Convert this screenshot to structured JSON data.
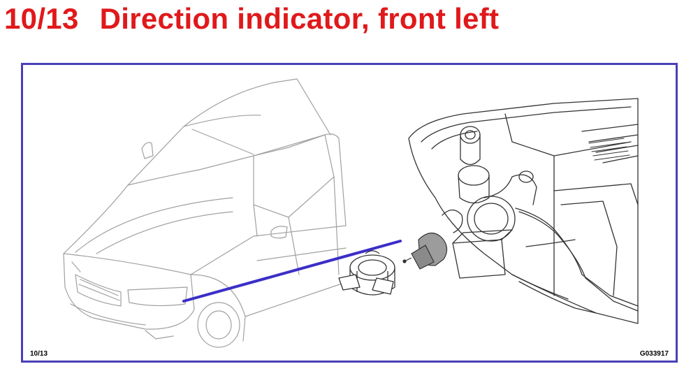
{
  "header": {
    "page_number": "10/13",
    "title": "Direction indicator, front left",
    "color": "#e0191b"
  },
  "figure": {
    "page_ref": "10/13",
    "figure_code": "G033917",
    "frame_color": "#4a3fb8",
    "pointer_color": "#3b2ec8",
    "line_color": "#9a9a9a",
    "detail_color": "#333333"
  }
}
